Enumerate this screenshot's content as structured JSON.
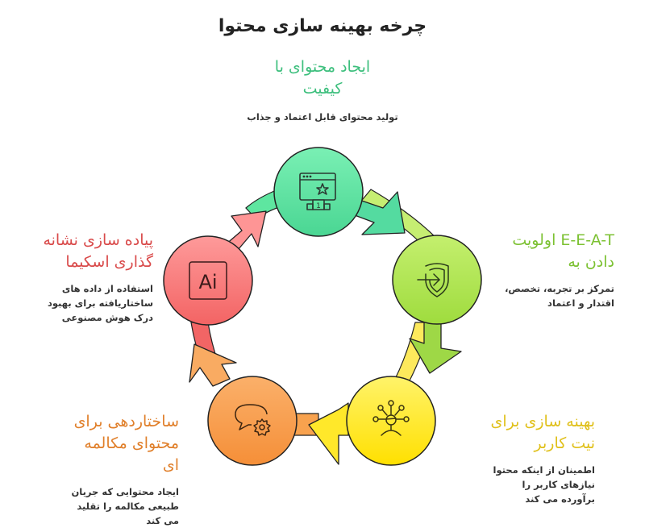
{
  "title": "چرخه بهینه سازی محتوا",
  "steps": [
    {
      "heading": "ایجاد محتوای با کیفیت",
      "description": "تولید محتوای قابل اعتماد و جذاب",
      "icon": "web-ranking-podium-icon",
      "color": "#3dbf7d",
      "fill": "#5ee6a0"
    },
    {
      "heading": "E-E-A-T اولویت دادن به",
      "description": "تمرکز بر تجربه، تخصص، اقتدار و اعتماد",
      "icon": "shield-enter-icon",
      "color": "#7cc132",
      "fill": "#b2e85a"
    },
    {
      "heading": "بهینه سازی برای نیت کاربر",
      "description": "اطمینان از اینکه محتوا نیازهای کاربر را برآورده می کند",
      "icon": "user-network-icon",
      "color": "#e0c01a",
      "fill": "#ffe626"
    },
    {
      "heading": "ساختاردهی برای محتوای مکالمه ای",
      "description": "ایجاد محتوایی که جریان طبیعی مکالمه را تقلید می کند",
      "icon": "chat-gear-icon",
      "color": "#e07f2a",
      "fill": "#f9a04f"
    },
    {
      "heading": "پیاده سازی نشانه گذاری اسکیما",
      "description": "استفاده از داده های ساختاریافته برای بهبود درک هوش مصنوعی",
      "icon": "ai-box-icon",
      "color": "#d94a4a",
      "fill": "#f77a7a"
    }
  ],
  "icon_text": {
    "ai": "Ai",
    "podium_number": "1"
  }
}
